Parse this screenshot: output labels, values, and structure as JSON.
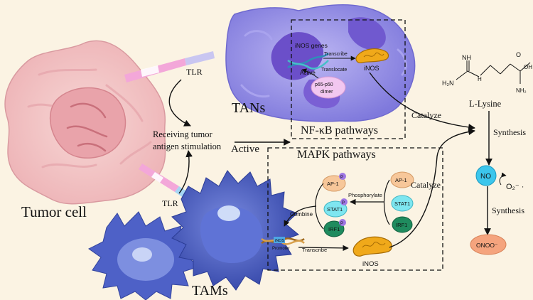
{
  "labels": {
    "tumor_cell": "Tumor cell",
    "tans": "TANs",
    "tams": "TAMs",
    "tlr_top": "TLR",
    "tlr_bottom": "TLR",
    "receiving_line1": "Receiving tumor",
    "receiving_line2": "antigen stimulation",
    "active_main": "Active",
    "nfkb": "NF-κB pathways",
    "mapk": "MAPK pathways",
    "inos_genes": "iNOS genes",
    "transcribe_top": "Transcribe",
    "inos_top": "iNOS",
    "translocate": "Translocate",
    "active_small": "Active",
    "p65_line1": "p65-p50",
    "p65_line2": "dimer",
    "catalyze_top": "Catalyze",
    "catalyze_bottom": "Catalyze",
    "l_lysine": "L-Lysine",
    "synthesis_1": "Synthesis",
    "synthesis_2": "Synthesis",
    "no": "NO",
    "o2": "O₂⁻ ·",
    "onoo": "ONOO⁻",
    "phosphorylate": "Phosphorylate",
    "combine": "Combine",
    "transcribe_bottom": "Transcribe",
    "inos_bottom": "iNOS",
    "inos_promoter_gene": "iNOS",
    "promoter": "Promoter",
    "ap1_left": "AP-1",
    "stat1_left": "STAT1",
    "irf1_left": "IRF1",
    "ap1_right": "AP-1",
    "stat1_right": "STAT1",
    "irf1_right": "IRF1",
    "p_mark": "P",
    "chem_nh": "NH",
    "chem_h2n": "H₂N",
    "chem_h": "H",
    "chem_o": "O",
    "chem_oh": "OH",
    "chem_nh2": "NH₂"
  },
  "colors": {
    "background": "#fbf3e3",
    "tumor": "#f2c3c3",
    "tan_cell": "#8f8ae2",
    "tam_cell": "#4b5cc0",
    "mitochondria": "#f0a91a",
    "no_bubble": "#3cc6ec",
    "onoo_bubble": "#f5a47e",
    "ap1": "#f7c79a",
    "stat1": "#7ee6f0",
    "irf1": "#1f8b5e"
  }
}
